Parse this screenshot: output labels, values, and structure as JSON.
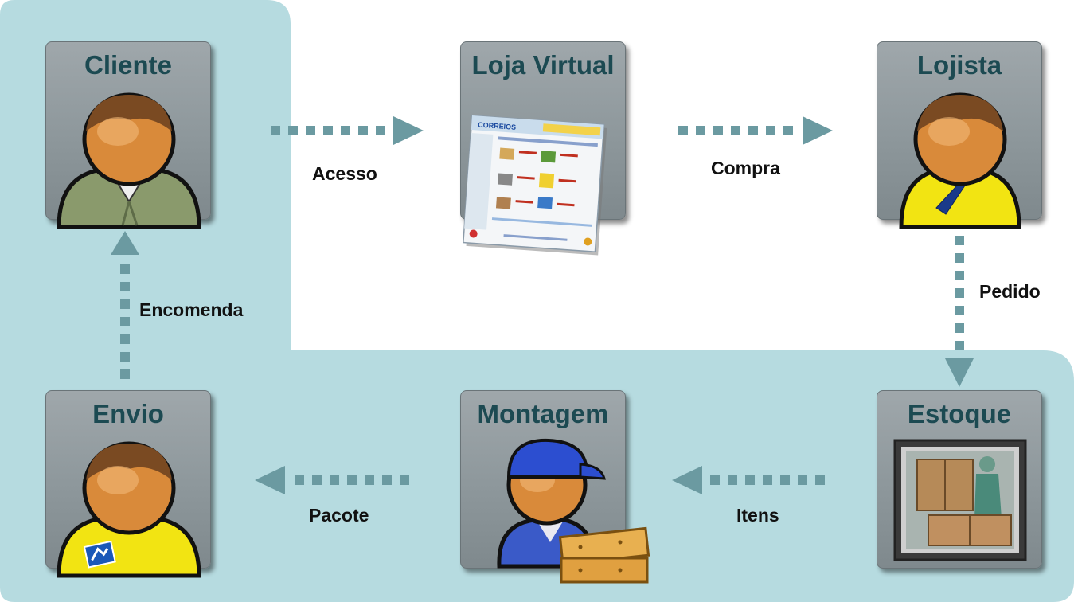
{
  "nodes": {
    "cliente": "Cliente",
    "loja_virtual": "Loja Virtual",
    "lojista": "Lojista",
    "estoque": "Estoque",
    "montagem": "Montagem",
    "envio": "Envio"
  },
  "edges": {
    "acesso": "Acesso",
    "compra": "Compra",
    "pedido": "Pedido",
    "itens": "Itens",
    "pacote": "Pacote",
    "encomenda": "Encomenda"
  },
  "store_logo": "CORREIOS",
  "colors": {
    "region": "#b6dbe0",
    "card": "#8f999d",
    "title": "#1c4a52",
    "arrow": "#6b9aa1"
  }
}
